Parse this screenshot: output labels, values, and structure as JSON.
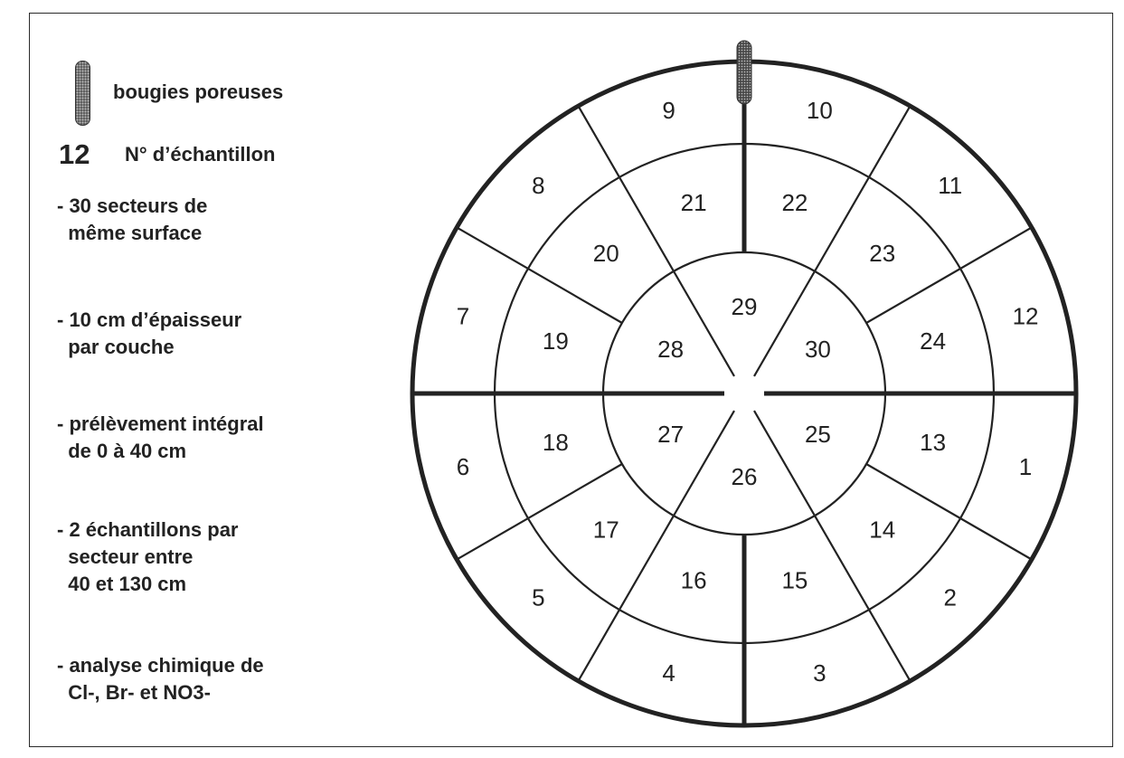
{
  "legend": {
    "candle_label": "bougies poreuses",
    "sample_number_example": "12",
    "sample_number_label": "N° d’échantillon"
  },
  "notes": [
    [
      "- 30 secteurs de",
      "  même surface"
    ],
    [
      "- 10 cm d’épaisseur",
      "  par couche"
    ],
    [
      "- prélèvement intégral",
      "  de 0 à 40 cm"
    ],
    [
      "- 2 échantillons par",
      "  secteur entre",
      "  40 et 130 cm"
    ],
    [
      "- analyse chimique de",
      "  Cl-, Br- et NO3-"
    ]
  ],
  "diagram": {
    "outer_ring_labels": [
      "1",
      "2",
      "3",
      "4",
      "5",
      "6",
      "7",
      "8",
      "9",
      "10",
      "11",
      "12"
    ],
    "middle_ring_labels": [
      "13",
      "14",
      "15",
      "16",
      "17",
      "18",
      "19",
      "20",
      "21",
      "22",
      "23",
      "24"
    ],
    "inner_ring_labels": [
      "25",
      "26",
      "27",
      "28",
      "29",
      "30"
    ]
  },
  "colors": {
    "ink": "#222222",
    "candle_fill": "#4a4a4a",
    "background": "#ffffff"
  }
}
